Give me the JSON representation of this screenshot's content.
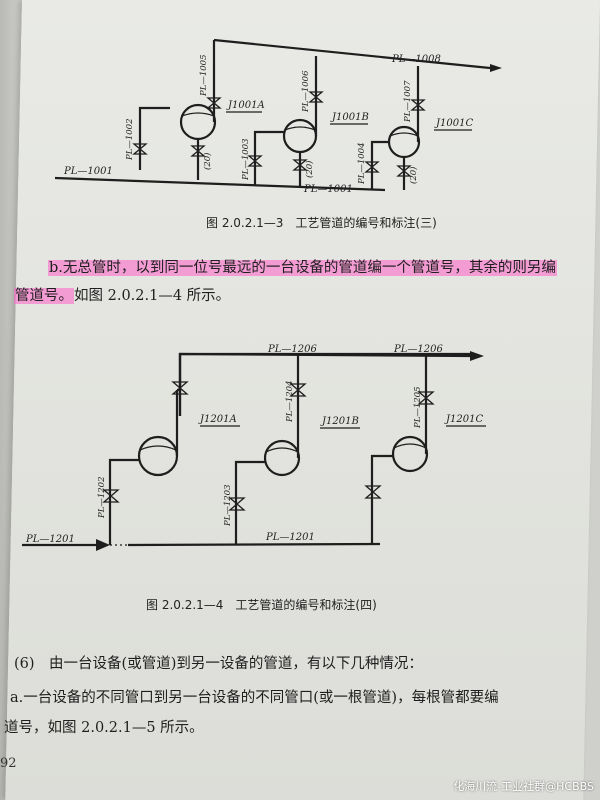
{
  "fig3": {
    "labels": {
      "top": "PL—1008",
      "left": "PL—1001",
      "bottom": "PL—1001"
    },
    "equipment": [
      "J1001A",
      "J1001B",
      "J1001C"
    ],
    "vertical": [
      "PL—1002",
      "PL—1005",
      "PL—1003",
      "PL—1006",
      "PL—1004",
      "PL—1007"
    ],
    "size": "(20)",
    "caption": "图 2.0.2.1—3　工艺管道的编号和标注(三)"
  },
  "para_b": {
    "line1": "b.无总管时，以到同一位号最远的一台设备的管道编一个管道号，其余的则另编",
    "line2_hl": "管道号。",
    "line2_rest": "如图 2.0.2.1—4 所示。"
  },
  "fig4": {
    "labels": {
      "top1": "PL—1206",
      "top2": "PL—1206",
      "left": "PL—1201",
      "bottom": "PL—1201"
    },
    "equipment": [
      "J1201A",
      "J1201B",
      "J1201C"
    ],
    "vertical": [
      "PL—1202",
      "PL—1204",
      "PL—1203",
      "PL—1205"
    ],
    "caption": "图 2.0.2.1—4　工艺管道的编号和标注(四)"
  },
  "section6": {
    "heading": "(6)　由一台设备(或管道)到另一设备的管道，有以下几种情况：",
    "line_a1": "a.一台设备的不同管口到另一台设备的不同管口(或一根管道)，每根管都要编",
    "line_a2": "道号，如图 2.0.2.1—5 所示。"
  },
  "page_number": "92",
  "watermark": "化海川流-工业社群@HCBBS",
  "colors": {
    "highlight": "#ff5fc8",
    "paper": "#e6e7e2",
    "ink": "#1e1e1e"
  }
}
